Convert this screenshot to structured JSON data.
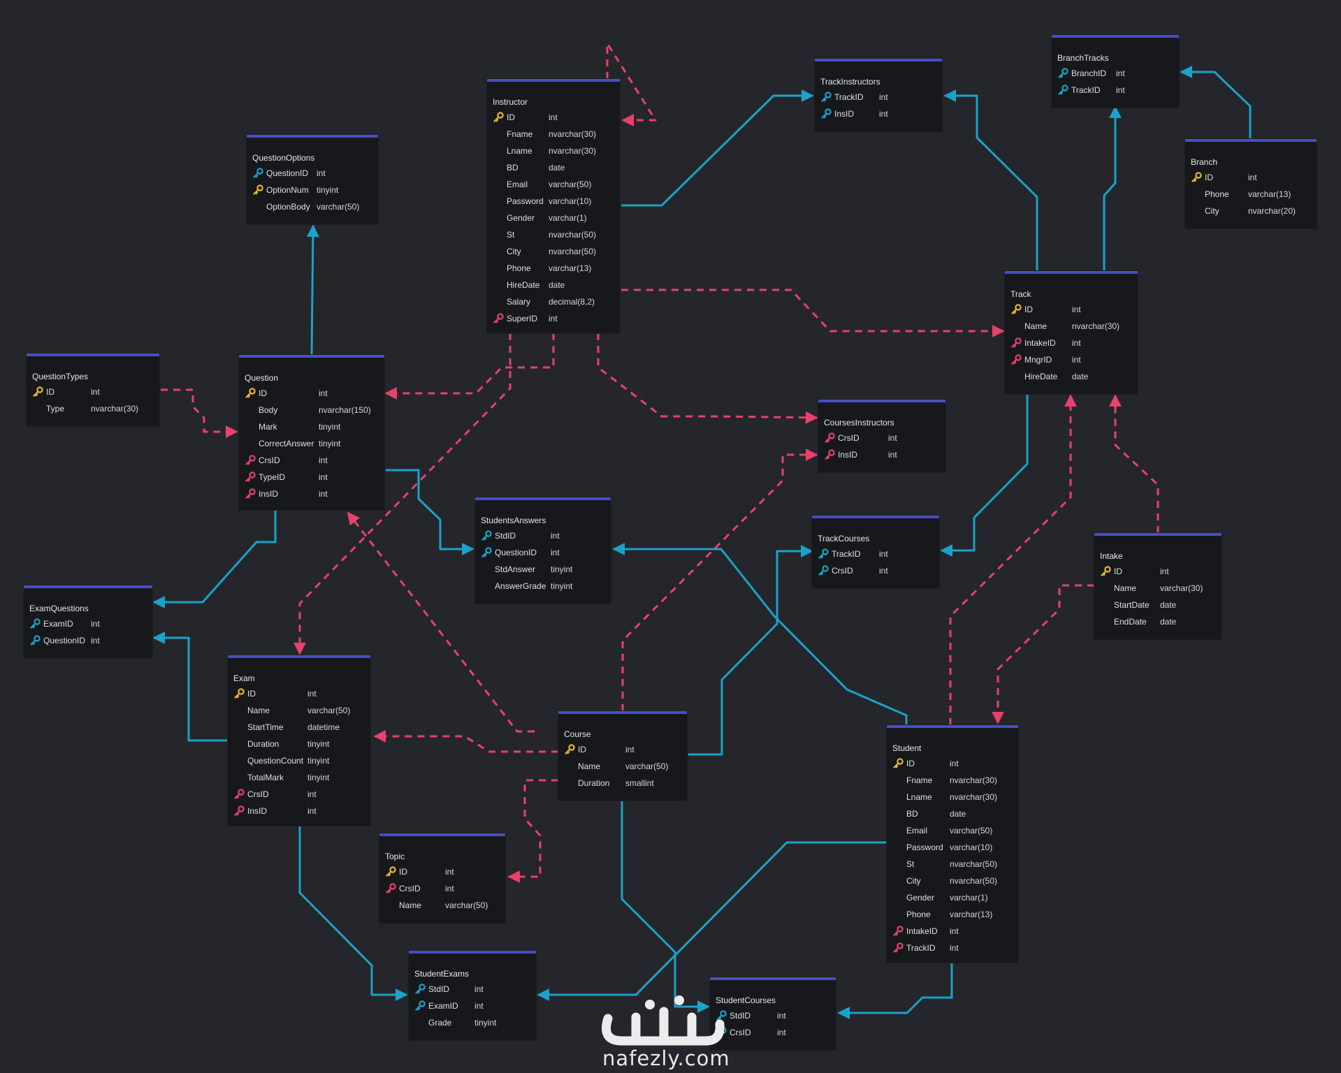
{
  "colors": {
    "background": "#25262b",
    "table_bg": "#17181c",
    "table_header": "#4a4dc4",
    "solid_relation": "#1aa3c9",
    "dashed_relation": "#e8416d",
    "primary_key": "#e7b531",
    "foreign_key_blue": "#1aa3c9",
    "foreign_key_pink": "#e8416d"
  },
  "tables": [
    {
      "id": "instructor",
      "name": "Instructor",
      "columns": [
        {
          "name": "ID",
          "type": "int",
          "key": "pk"
        },
        {
          "name": "Fname",
          "type": "nvarchar(30)",
          "key": ""
        },
        {
          "name": "Lname",
          "type": "nvarchar(30)",
          "key": ""
        },
        {
          "name": "BD",
          "type": "date",
          "key": ""
        },
        {
          "name": "Email",
          "type": "varchar(50)",
          "key": ""
        },
        {
          "name": "Password",
          "type": "varchar(10)",
          "key": ""
        },
        {
          "name": "Gender",
          "type": "varchar(1)",
          "key": ""
        },
        {
          "name": "St",
          "type": "nvarchar(50)",
          "key": ""
        },
        {
          "name": "City",
          "type": "nvarchar(50)",
          "key": ""
        },
        {
          "name": "Phone",
          "type": "varchar(13)",
          "key": ""
        },
        {
          "name": "HireDate",
          "type": "date",
          "key": ""
        },
        {
          "name": "Salary",
          "type": "decimal(8,2)",
          "key": ""
        },
        {
          "name": "SuperID",
          "type": "int",
          "key": "fk-pink"
        }
      ]
    },
    {
      "id": "trackinstructors",
      "name": "TrackInstructors",
      "columns": [
        {
          "name": "TrackID",
          "type": "int",
          "key": "fk-blue"
        },
        {
          "name": "InsID",
          "type": "int",
          "key": "fk-blue"
        }
      ]
    },
    {
      "id": "branchtracks",
      "name": "BranchTracks",
      "columns": [
        {
          "name": "BranchID",
          "type": "int",
          "key": "fk-blue"
        },
        {
          "name": "TrackID",
          "type": "int",
          "key": "fk-blue"
        }
      ]
    },
    {
      "id": "branch",
      "name": "Branch",
      "columns": [
        {
          "name": "ID",
          "type": "int",
          "key": "pk"
        },
        {
          "name": "Phone",
          "type": "varchar(13)",
          "key": ""
        },
        {
          "name": "City",
          "type": "nvarchar(20)",
          "key": ""
        }
      ]
    },
    {
      "id": "questionoptions",
      "name": "QuestionOptions",
      "columns": [
        {
          "name": "QuestionID",
          "type": "int",
          "key": "fk-blue"
        },
        {
          "name": "OptionNum",
          "type": "tinyint",
          "key": "pk"
        },
        {
          "name": "OptionBody",
          "type": "varchar(50)",
          "key": ""
        }
      ]
    },
    {
      "id": "questiontypes",
      "name": "QuestionTypes",
      "columns": [
        {
          "name": "ID",
          "type": "int",
          "key": "pk"
        },
        {
          "name": "Type",
          "type": "nvarchar(30)",
          "key": ""
        }
      ]
    },
    {
      "id": "question",
      "name": "Question",
      "columns": [
        {
          "name": "ID",
          "type": "int",
          "key": "pk"
        },
        {
          "name": "Body",
          "type": "nvarchar(150)",
          "key": ""
        },
        {
          "name": "Mark",
          "type": "tinyint",
          "key": ""
        },
        {
          "name": "CorrectAnswer",
          "type": "tinyint",
          "key": ""
        },
        {
          "name": "CrsID",
          "type": "int",
          "key": "fk-pink"
        },
        {
          "name": "TypeID",
          "type": "int",
          "key": "fk-pink"
        },
        {
          "name": "InsID",
          "type": "int",
          "key": "fk-pink"
        }
      ]
    },
    {
      "id": "track",
      "name": "Track",
      "columns": [
        {
          "name": "ID",
          "type": "int",
          "key": "pk"
        },
        {
          "name": "Name",
          "type": "nvarchar(30)",
          "key": ""
        },
        {
          "name": "IntakeID",
          "type": "int",
          "key": "fk-pink"
        },
        {
          "name": "MngrID",
          "type": "int",
          "key": "fk-pink"
        },
        {
          "name": "HireDate",
          "type": "date",
          "key": ""
        }
      ]
    },
    {
      "id": "coursesinstructors",
      "name": "CoursesInstructors",
      "columns": [
        {
          "name": "CrsID",
          "type": "int",
          "key": "fk-pink"
        },
        {
          "name": "InsID",
          "type": "int",
          "key": "fk-pink"
        }
      ]
    },
    {
      "id": "studentsanswers",
      "name": "StudentsAnswers",
      "columns": [
        {
          "name": "StdID",
          "type": "int",
          "key": "fk-blue"
        },
        {
          "name": "QuestionID",
          "type": "int",
          "key": "fk-blue"
        },
        {
          "name": "StdAnswer",
          "type": "tinyint",
          "key": ""
        },
        {
          "name": "AnswerGrade",
          "type": "tinyint",
          "key": ""
        }
      ]
    },
    {
      "id": "trackcourses",
      "name": "TrackCourses",
      "columns": [
        {
          "name": "TrackID",
          "type": "int",
          "key": "fk-blue"
        },
        {
          "name": "CrsID",
          "type": "int",
          "key": "fk-blue"
        }
      ]
    },
    {
      "id": "intake",
      "name": "Intake",
      "columns": [
        {
          "name": "ID",
          "type": "int",
          "key": "pk"
        },
        {
          "name": "Name",
          "type": "varchar(30)",
          "key": ""
        },
        {
          "name": "StartDate",
          "type": "date",
          "key": ""
        },
        {
          "name": "EndDate",
          "type": "date",
          "key": ""
        }
      ]
    },
    {
      "id": "examquestions",
      "name": "ExamQuestions",
      "columns": [
        {
          "name": "ExamID",
          "type": "int",
          "key": "fk-blue"
        },
        {
          "name": "QuestionID",
          "type": "int",
          "key": "fk-blue"
        }
      ]
    },
    {
      "id": "exam",
      "name": "Exam",
      "columns": [
        {
          "name": "ID",
          "type": "int",
          "key": "pk"
        },
        {
          "name": "Name",
          "type": "varchar(50)",
          "key": ""
        },
        {
          "name": "StartTime",
          "type": "datetime",
          "key": ""
        },
        {
          "name": "Duration",
          "type": "tinyint",
          "key": ""
        },
        {
          "name": "QuestionCount",
          "type": "tinyint",
          "key": ""
        },
        {
          "name": "TotalMark",
          "type": "tinyint",
          "key": ""
        },
        {
          "name": "CrsID",
          "type": "int",
          "key": "fk-pink"
        },
        {
          "name": "InsID",
          "type": "int",
          "key": "fk-pink"
        }
      ]
    },
    {
      "id": "course",
      "name": "Course",
      "columns": [
        {
          "name": "ID",
          "type": "int",
          "key": "pk"
        },
        {
          "name": "Name",
          "type": "varchar(50)",
          "key": ""
        },
        {
          "name": "Duration",
          "type": "smallint",
          "key": ""
        }
      ]
    },
    {
      "id": "student",
      "name": "Student",
      "columns": [
        {
          "name": "ID",
          "type": "int",
          "key": "pk"
        },
        {
          "name": "Fname",
          "type": "nvarchar(30)",
          "key": ""
        },
        {
          "name": "Lname",
          "type": "nvarchar(30)",
          "key": ""
        },
        {
          "name": "BD",
          "type": "date",
          "key": ""
        },
        {
          "name": "Email",
          "type": "varchar(50)",
          "key": ""
        },
        {
          "name": "Password",
          "type": "varchar(10)",
          "key": ""
        },
        {
          "name": "St",
          "type": "nvarchar(50)",
          "key": ""
        },
        {
          "name": "City",
          "type": "nvarchar(50)",
          "key": ""
        },
        {
          "name": "Gender",
          "type": "varchar(1)",
          "key": ""
        },
        {
          "name": "Phone",
          "type": "varchar(13)",
          "key": ""
        },
        {
          "name": "IntakeID",
          "type": "int",
          "key": "fk-pink"
        },
        {
          "name": "TrackID",
          "type": "int",
          "key": "fk-pink"
        }
      ]
    },
    {
      "id": "topic",
      "name": "Topic",
      "columns": [
        {
          "name": "ID",
          "type": "int",
          "key": "pk"
        },
        {
          "name": "CrsID",
          "type": "int",
          "key": "fk-pink"
        },
        {
          "name": "Name",
          "type": "varchar(50)",
          "key": ""
        }
      ]
    },
    {
      "id": "studentexams",
      "name": "StudentExams",
      "columns": [
        {
          "name": "StdID",
          "type": "int",
          "key": "fk-blue"
        },
        {
          "name": "ExamID",
          "type": "int",
          "key": "fk-blue"
        },
        {
          "name": "Grade",
          "type": "tinyint",
          "key": ""
        }
      ]
    },
    {
      "id": "studentcourses",
      "name": "StudentCourses",
      "columns": [
        {
          "name": "StdID",
          "type": "int",
          "key": "fk-blue"
        },
        {
          "name": "CrsID",
          "type": "int",
          "key": "fk-blue"
        }
      ]
    }
  ],
  "watermark": {
    "arabic": "نفذلي",
    "latin": "nafezly.com"
  }
}
